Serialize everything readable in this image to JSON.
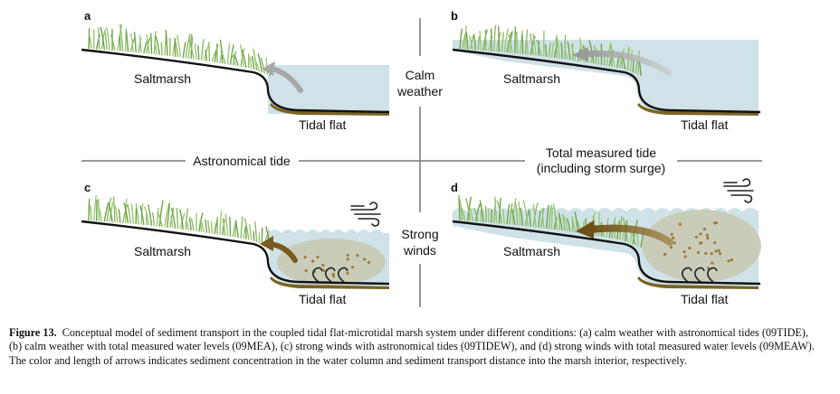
{
  "panels": {
    "a": {
      "letter": "a",
      "marsh": "Saltmarsh",
      "flat": "Tidal flat"
    },
    "b": {
      "letter": "b",
      "marsh": "Saltmarsh",
      "flat": "Tidal flat"
    },
    "c": {
      "letter": "c",
      "marsh": "Saltmarsh",
      "flat": "Tidal flat"
    },
    "d": {
      "letter": "d",
      "marsh": "Saltmarsh",
      "flat": "Tidal flat"
    }
  },
  "axes": {
    "calm_line1": "Calm",
    "calm_line2": "weather",
    "strong_line1": "Strong",
    "strong_line2": "winds",
    "astronomical": "Astronomical tide",
    "total_line1": "Total measured tide",
    "total_line2": "(including storm surge)"
  },
  "caption": {
    "label": "Figure 13.",
    "text": "Conceptual model of sediment transport in the coupled tidal flat-microtidal marsh system under different conditions: (a) calm weather with astronomical tides (09TIDE), (b) calm weather with total measured water levels (09MEA), (c) strong winds with astronomical tides (09TIDEW), and (d) strong winds with total measured water levels (09MEAW). The color and length of arrows indicates sediment concentration in the water column and sediment transport distance into the marsh interior, respectively."
  },
  "colors": {
    "water": "#cfe2e8",
    "grass": "#7fb35a",
    "sediment_arrow": "#7a5a1e",
    "calm_arrow": "#a8a8a8",
    "cloud": "#c8c8b0",
    "mud": "#7a6424"
  }
}
